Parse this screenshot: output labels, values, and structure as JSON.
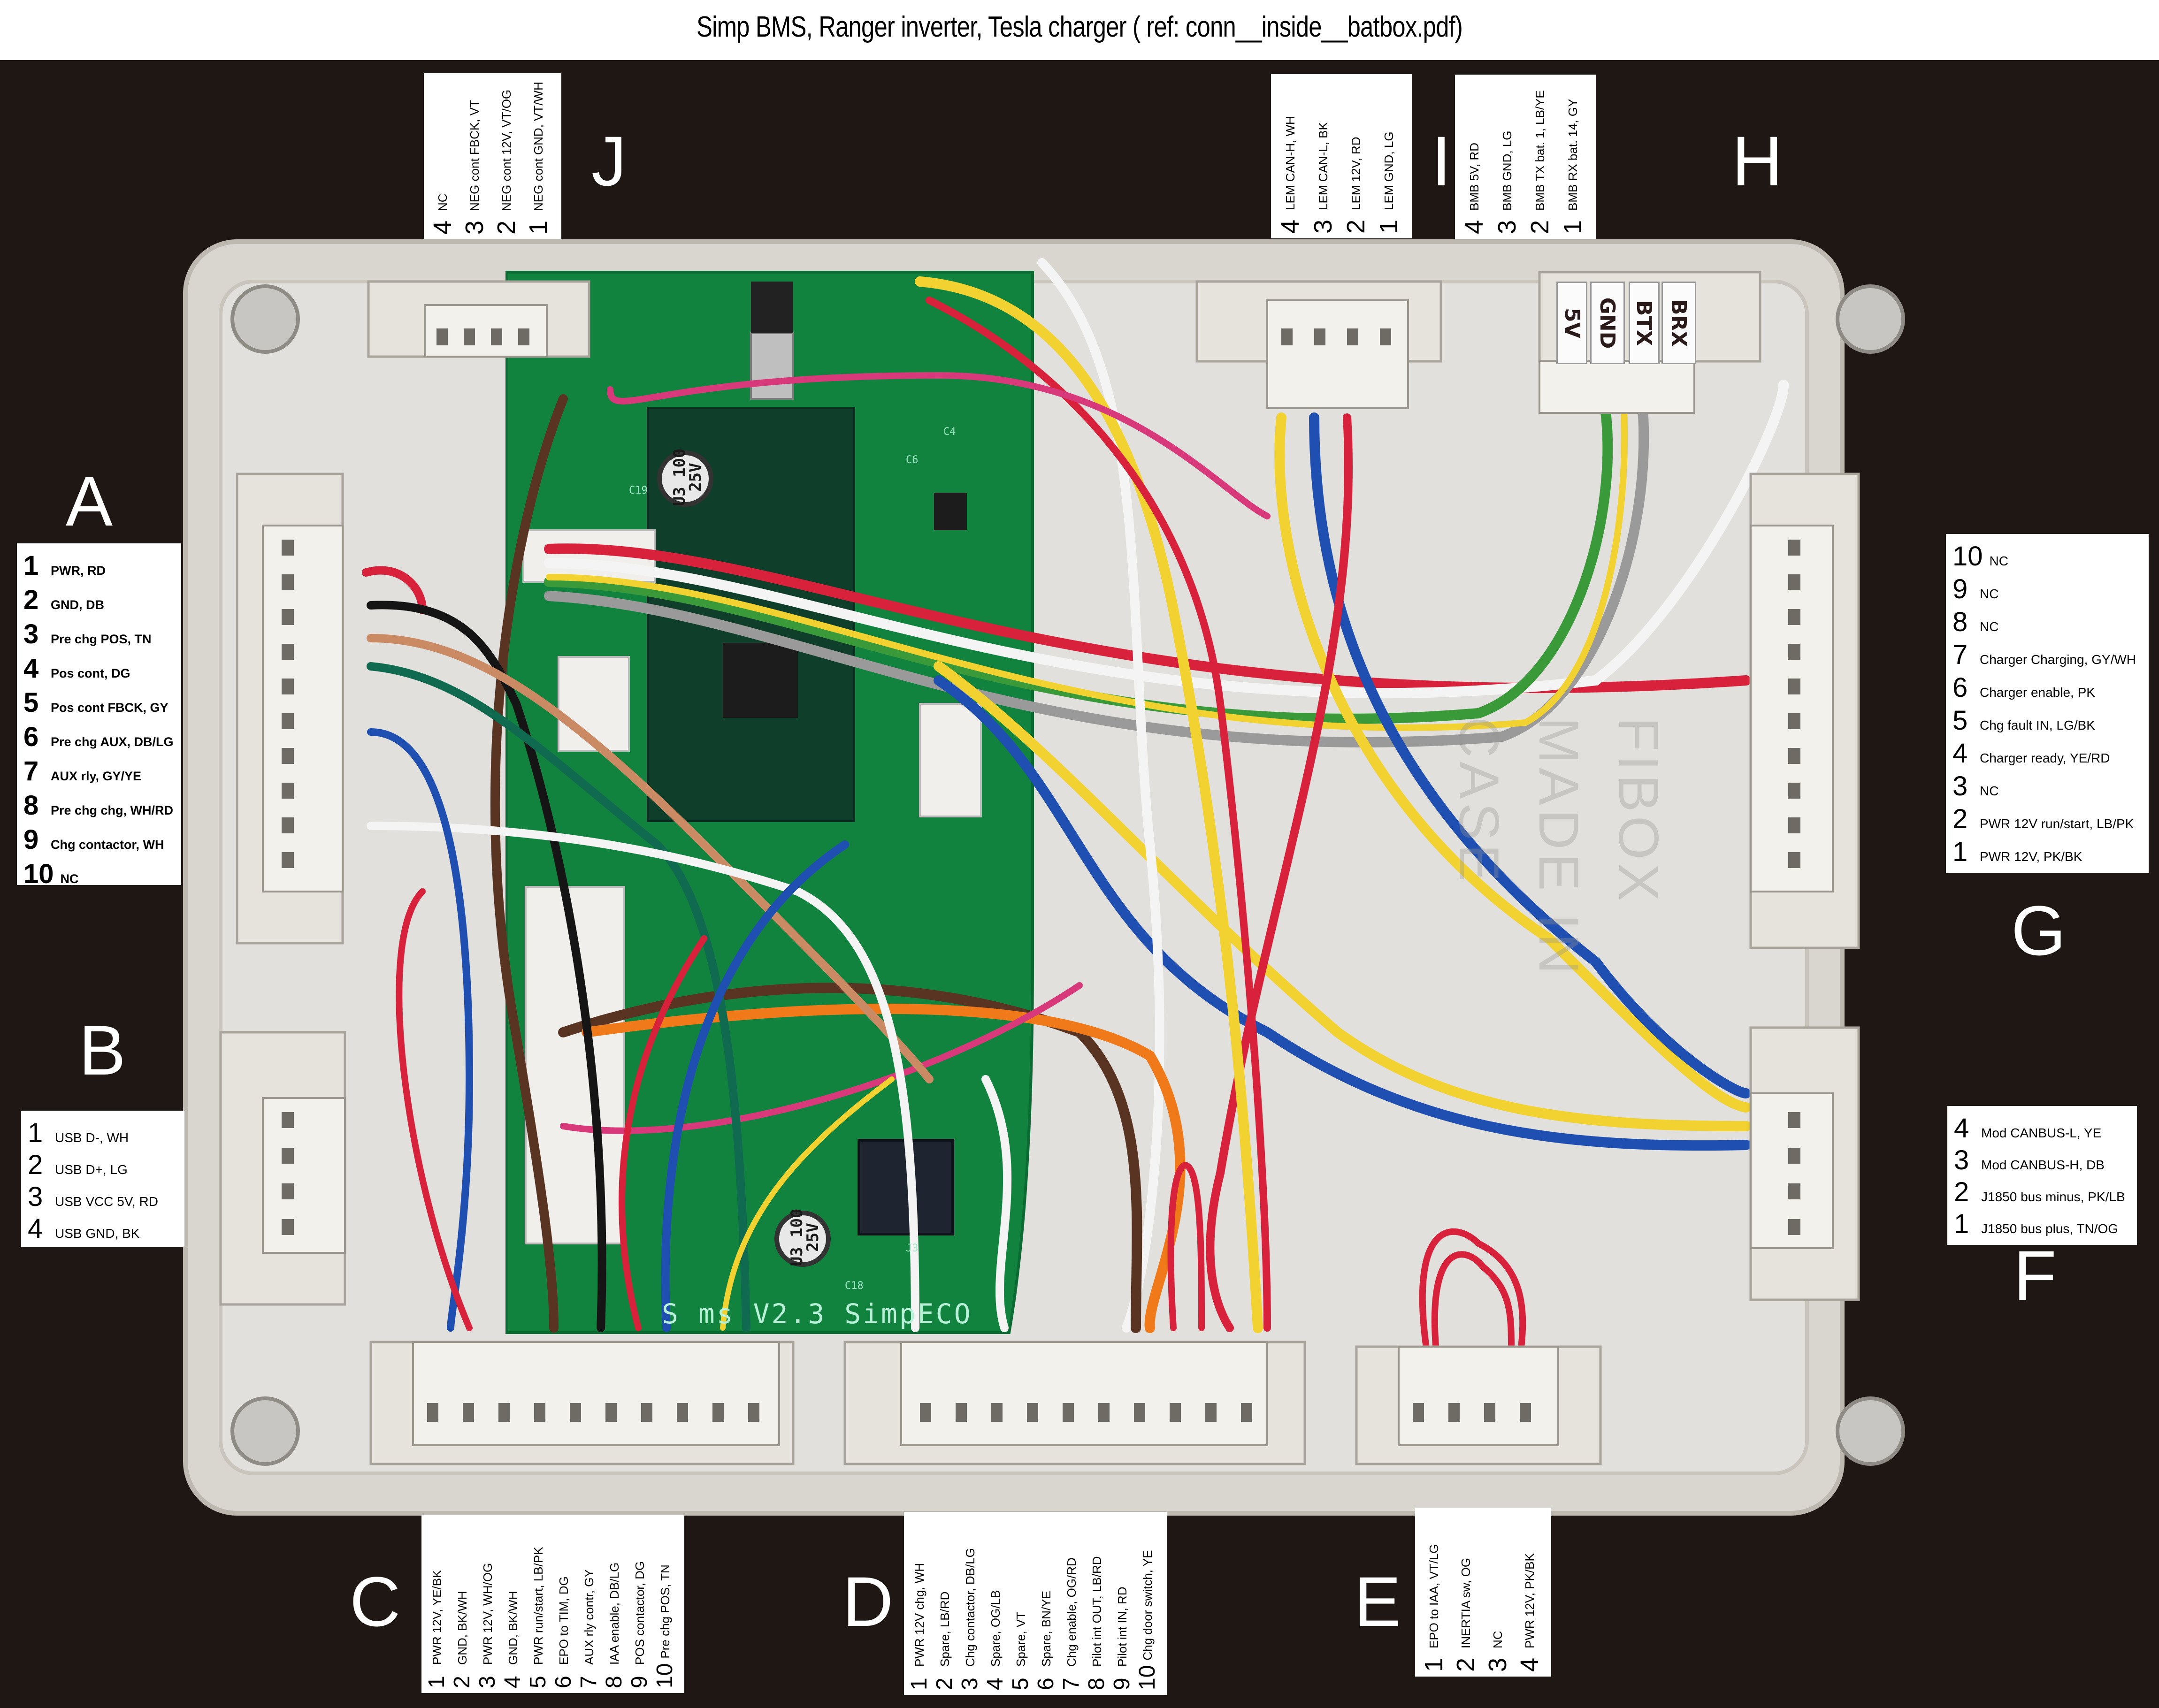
{
  "title": "Simp BMS, Ranger inverter, Tesla charger  ( ref: conn__inside__batbox.pdf)",
  "connectors": {
    "A": {
      "letter": "A",
      "pins": [
        {
          "num": "1",
          "text": "PWR, RD"
        },
        {
          "num": "2",
          "text": "GND, DB"
        },
        {
          "num": "3",
          "text": "Pre chg POS, TN"
        },
        {
          "num": "4",
          "text": "Pos cont, DG"
        },
        {
          "num": "5",
          "text": "Pos cont FBCK, GY"
        },
        {
          "num": "6",
          "text": "Pre chg AUX, DB/LG"
        },
        {
          "num": "7",
          "text": "AUX rly, GY/YE"
        },
        {
          "num": "8",
          "text": "Pre chg chg, WH/RD"
        },
        {
          "num": "9",
          "text": "Chg contactor, WH"
        },
        {
          "num": "10",
          "text": "NC"
        }
      ]
    },
    "B": {
      "letter": "B",
      "pins": [
        {
          "num": "1",
          "text": "USB D-, WH"
        },
        {
          "num": "2",
          "text": "USB D+, LG"
        },
        {
          "num": "3",
          "text": "USB VCC 5V, RD"
        },
        {
          "num": "4",
          "text": "USB GND, BK"
        }
      ]
    },
    "C": {
      "letter": "C",
      "pins": [
        {
          "num": "1",
          "text": "PWR 12V, YE/BK"
        },
        {
          "num": "2",
          "text": "GND,  BK/WH"
        },
        {
          "num": "3",
          "text": "PWR 12V, WH/OG"
        },
        {
          "num": "4",
          "text": "GND,  BK/WH"
        },
        {
          "num": "5",
          "text": "PWR run/start, LB/PK"
        },
        {
          "num": "6",
          "text": "EPO to TIM, DG"
        },
        {
          "num": "7",
          "text": "AUX rly contr, GY"
        },
        {
          "num": "8",
          "text": "IAA enable,  DB/LG"
        },
        {
          "num": "9",
          "text": "POS contactor, DG"
        },
        {
          "num": "10",
          "text": "Pre chg POS, TN"
        }
      ]
    },
    "D": {
      "letter": "D",
      "pins": [
        {
          "num": "1",
          "text": "PWR 12V chg, WH"
        },
        {
          "num": "2",
          "text": "Spare, LB/RD"
        },
        {
          "num": "3",
          "text": "Chg contactor,  DB/LG"
        },
        {
          "num": "4",
          "text": "Spare, OG/LB"
        },
        {
          "num": "5",
          "text": "Spare, VT"
        },
        {
          "num": "6",
          "text": "Spare, BN/YE"
        },
        {
          "num": "7",
          "text": "Chg enable, OG/RD"
        },
        {
          "num": "8",
          "text": "Pilot int OUT, LB/RD"
        },
        {
          "num": "9",
          "text": "Pilot int IN, RD"
        },
        {
          "num": "10",
          "text": "Chg door switch, YE"
        }
      ]
    },
    "E": {
      "letter": "E",
      "pins": [
        {
          "num": "1",
          "text": "EPO to IAA, VT/LG"
        },
        {
          "num": "2",
          "text": "INERTIA sw, OG"
        },
        {
          "num": "3",
          "text": "NC"
        },
        {
          "num": "4",
          "text": "PWR 12V, PK/BK"
        }
      ]
    },
    "F": {
      "letter": "F",
      "pins": [
        {
          "num": "4",
          "text": "Mod CANBUS-L, YE"
        },
        {
          "num": "3",
          "text": "Mod CANBUS-H, DB"
        },
        {
          "num": "2",
          "text": "J1850 bus minus, PK/LB"
        },
        {
          "num": "1",
          "text": "J1850 bus plus, TN/OG"
        }
      ]
    },
    "G": {
      "letter": "G",
      "pins": [
        {
          "num": "10",
          "text": "NC"
        },
        {
          "num": "9",
          "text": "NC"
        },
        {
          "num": "8",
          "text": "NC"
        },
        {
          "num": "7",
          "text": "Charger Charging, GY/WH"
        },
        {
          "num": "6",
          "text": "Charger enable, PK"
        },
        {
          "num": "5",
          "text": "Chg fault IN, LG/BK"
        },
        {
          "num": "4",
          "text": "Charger ready, YE/RD"
        },
        {
          "num": "3",
          "text": "NC"
        },
        {
          "num": "2",
          "text": "PWR 12V run/start, LB/PK"
        },
        {
          "num": "1",
          "text": "PWR 12V, PK/BK"
        }
      ]
    },
    "H": {
      "letter": "H",
      "pins": [
        {
          "num": "4",
          "text": "BMB 5V, RD"
        },
        {
          "num": "3",
          "text": "BMB GND, LG"
        },
        {
          "num": "2",
          "text": "BMB TX bat. 1, LB/YE"
        },
        {
          "num": "1",
          "text": "BMB RX bat. 14, GY"
        }
      ],
      "tabs": [
        "5V",
        "GND",
        "BTX",
        "BRX"
      ]
    },
    "I": {
      "letter": "I",
      "pins": [
        {
          "num": "4",
          "text": "LEM CAN-H, WH"
        },
        {
          "num": "3",
          "text": "LEM CAN-L, BK"
        },
        {
          "num": "2",
          "text": "LEM 12V, RD"
        },
        {
          "num": "1",
          "text": "LEM GND, LG"
        }
      ]
    },
    "J": {
      "letter": "J",
      "pins": [
        {
          "num": "4",
          "text": "NC"
        },
        {
          "num": "3",
          "text": "NEG cont FBCK, VT"
        },
        {
          "num": "2",
          "text": "NEG cont 12V, VT/OG"
        },
        {
          "num": "1",
          "text": "NEG cont GND, VT/WH"
        }
      ]
    }
  },
  "pcb": {
    "silkscreen": "S     ms  V2.3 SimpECO",
    "cap_marks": [
      "U3 100 25V",
      "U3 100 25V"
    ],
    "refdes": [
      "C19",
      "C18",
      "J3",
      "C4",
      "C6"
    ]
  },
  "enclosure": {
    "emboss": [
      "FIBOX",
      "MADE IN",
      "CASE"
    ]
  },
  "colors": {
    "background": "#1f1714",
    "enclosure": "#d9d6d0",
    "enclosure_inner": "#e2e0dc",
    "pcb": "#11833f",
    "wire_red": "#d8213a",
    "wire_blue": "#1f4fb0",
    "wire_yellow": "#f2d231",
    "wire_green": "#3a9a3a",
    "wire_gray": "#9a9a9a",
    "wire_white": "#f4f4f4",
    "wire_brown": "#5a3422",
    "wire_orange": "#f07a1a",
    "wire_black": "#151515",
    "wire_pink": "#d8397a",
    "wire_tan": "#c98a64",
    "wire_darkgreen": "#0f6a50"
  }
}
